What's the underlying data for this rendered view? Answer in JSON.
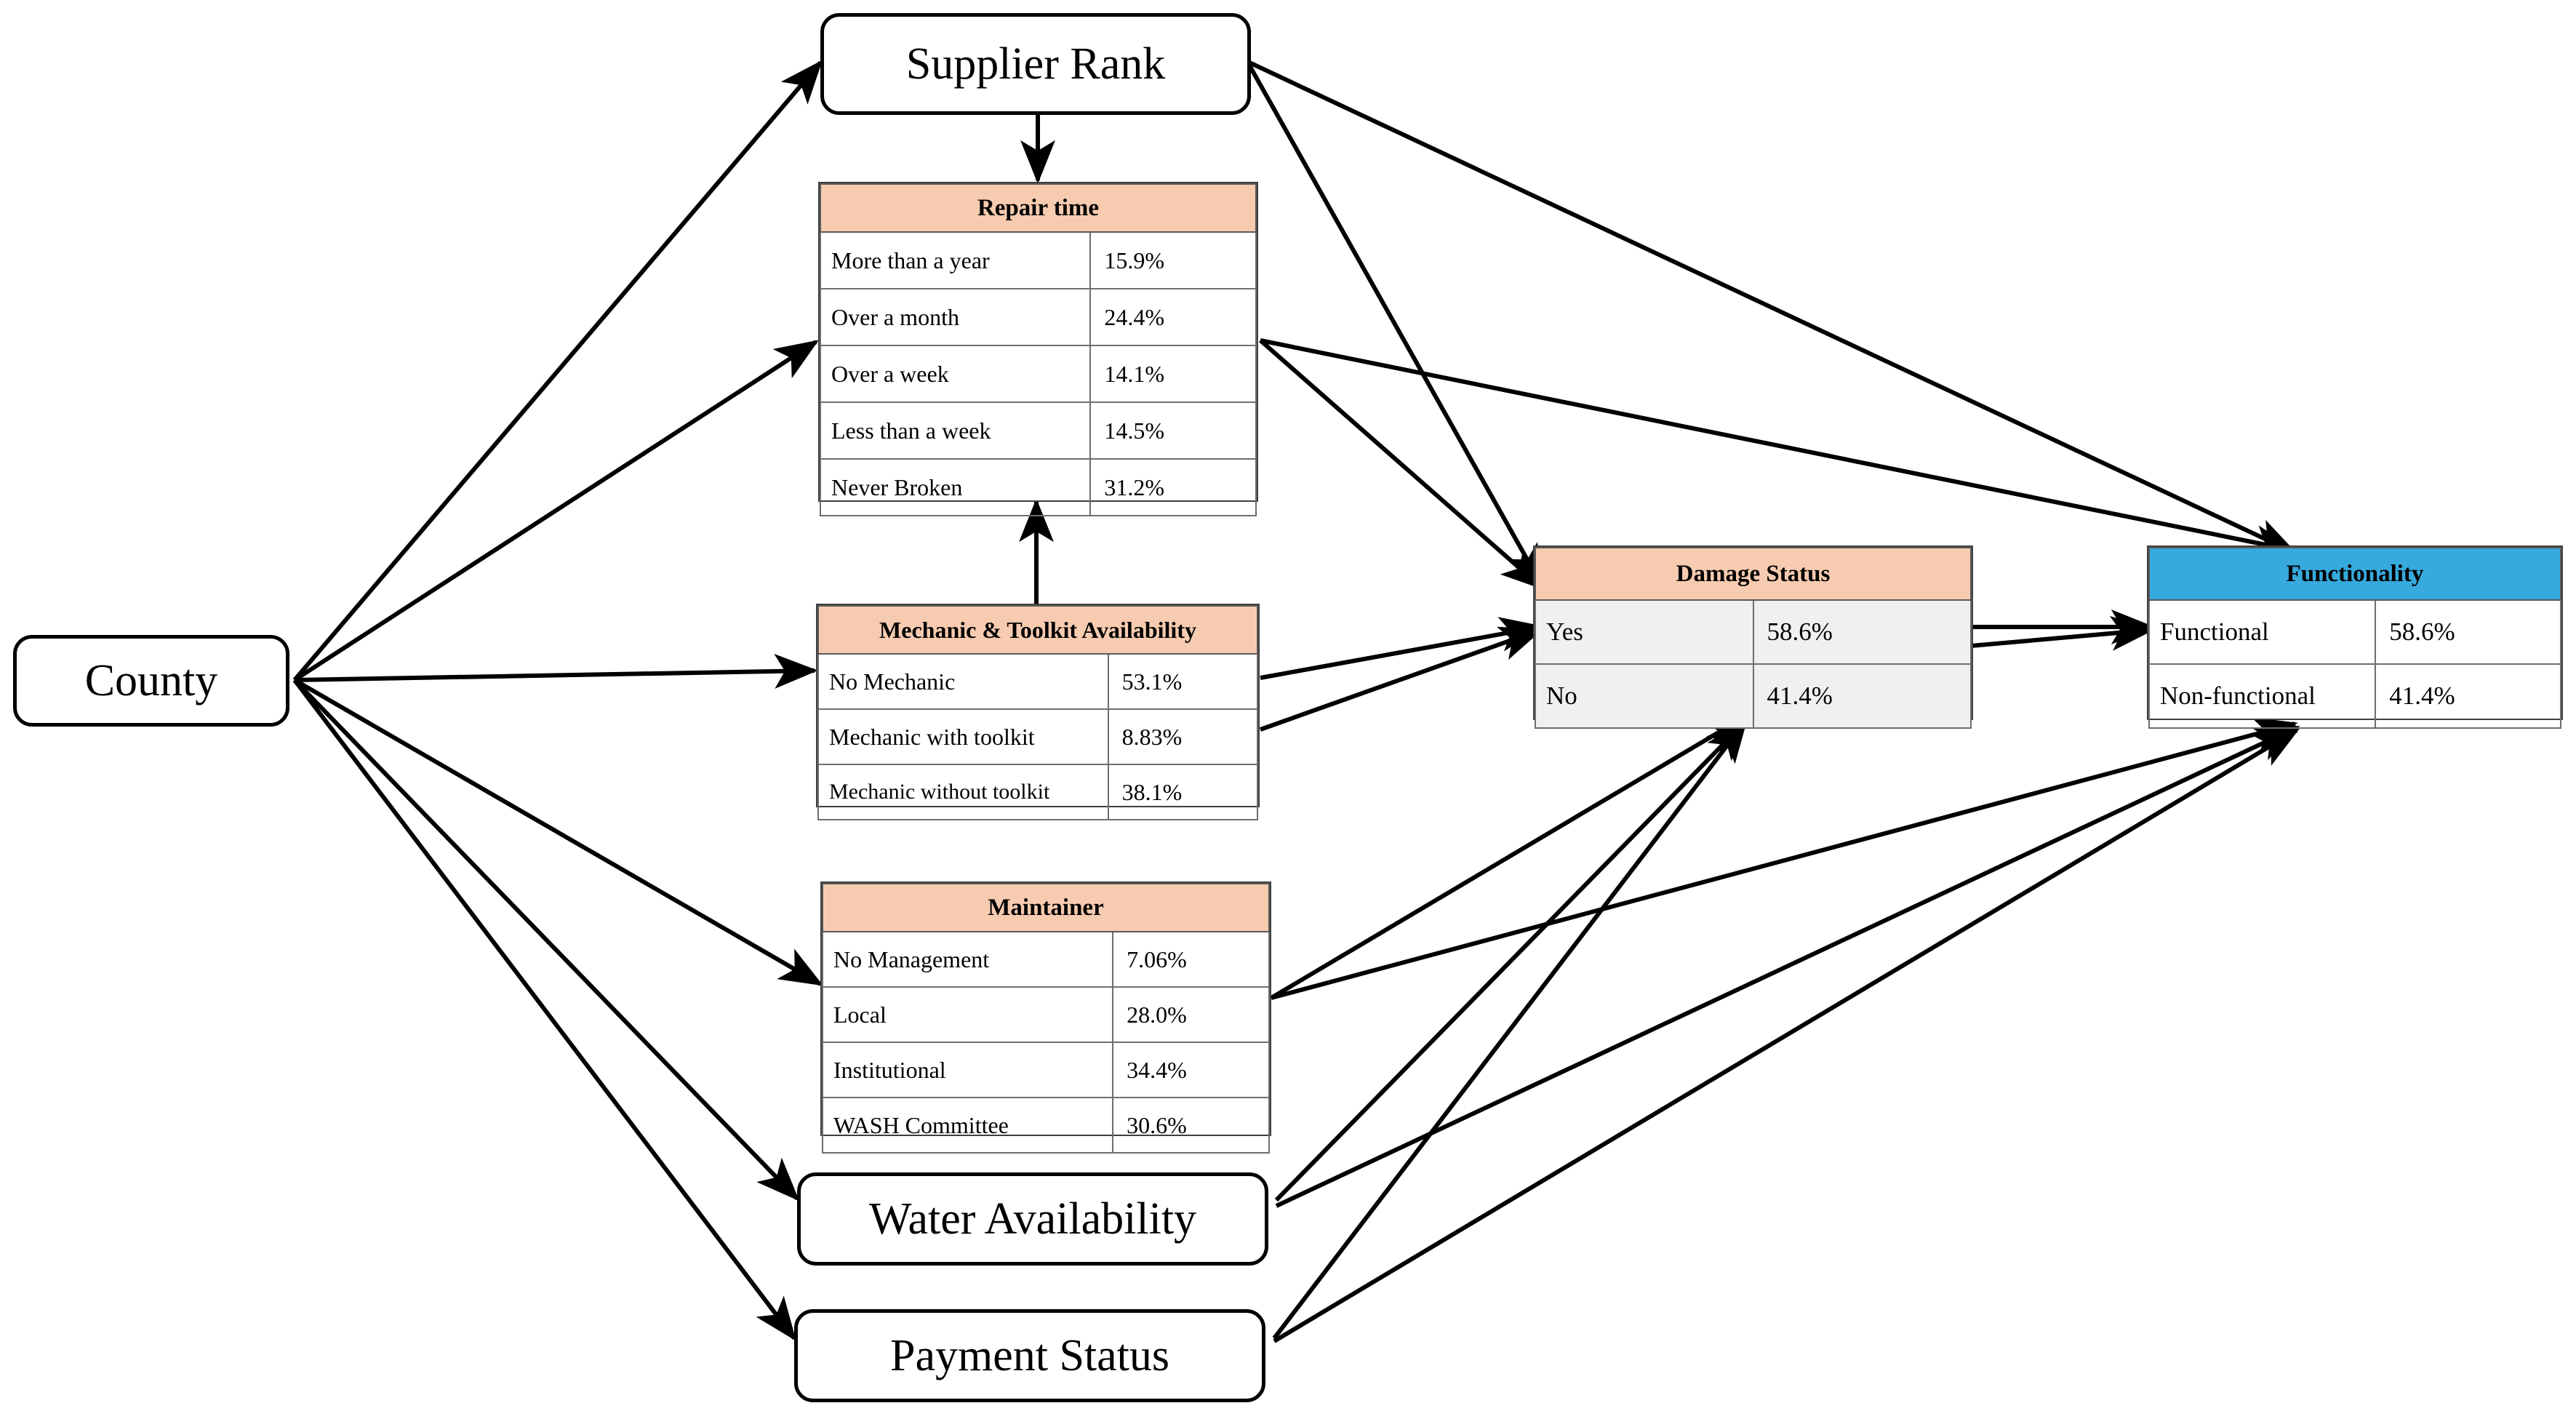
{
  "diagram": {
    "title": "Water point functionality influence diagram",
    "colors": {
      "header_peach": "#f7cbb0",
      "header_blue": "#36a9dd",
      "row_grey": "#f0f0f0",
      "edge": "#000000",
      "node_border": "#000000"
    }
  },
  "nodes": {
    "county": {
      "label": "County"
    },
    "supplier_rank": {
      "label": "Supplier Rank"
    },
    "water_availability": {
      "label": "Water Availability"
    },
    "payment_status": {
      "label": "Payment Status"
    }
  },
  "tables": {
    "repair_time": {
      "header": "Repair time",
      "rows": [
        {
          "label": "More than a year",
          "value": "15.9%"
        },
        {
          "label": "Over a month",
          "value": "24.4%"
        },
        {
          "label": "Over a week",
          "value": "14.1%"
        },
        {
          "label": "Less than a week",
          "value": "14.5%"
        },
        {
          "label": "Never Broken",
          "value": "31.2%"
        }
      ]
    },
    "mechanic_toolkit": {
      "header": "Mechanic & Toolkit Availability",
      "rows": [
        {
          "label": "No Mechanic",
          "value": "53.1%"
        },
        {
          "label": "Mechanic with toolkit",
          "value": "8.83%"
        },
        {
          "label": "Mechanic without toolkit",
          "value": "38.1%"
        }
      ]
    },
    "maintainer": {
      "header": "Maintainer",
      "rows": [
        {
          "label": "No Management",
          "value": "7.06%"
        },
        {
          "label": "Local",
          "value": "28.0%"
        },
        {
          "label": "Institutional",
          "value": "34.4%"
        },
        {
          "label": "WASH Committee",
          "value": "30.6%"
        }
      ]
    },
    "damage_status": {
      "header": "Damage Status",
      "rows": [
        {
          "label": "Yes",
          "value": "58.6%"
        },
        {
          "label": "No",
          "value": "41.4%"
        }
      ]
    },
    "functionality": {
      "header": "Functionality",
      "rows": [
        {
          "label": "Functional",
          "value": "58.6%"
        },
        {
          "label": "Non-functional",
          "value": "41.4%"
        }
      ]
    }
  },
  "edges": [
    {
      "from": "county",
      "to": "supplier_rank"
    },
    {
      "from": "county",
      "to": "repair_time"
    },
    {
      "from": "county",
      "to": "mechanic_toolkit"
    },
    {
      "from": "county",
      "to": "maintainer"
    },
    {
      "from": "county",
      "to": "water_availability"
    },
    {
      "from": "county",
      "to": "payment_status"
    },
    {
      "from": "supplier_rank",
      "to": "repair_time"
    },
    {
      "from": "supplier_rank",
      "to": "damage_status"
    },
    {
      "from": "supplier_rank",
      "to": "functionality"
    },
    {
      "from": "mechanic_toolkit",
      "to": "repair_time"
    },
    {
      "from": "mechanic_toolkit",
      "to": "damage_status"
    },
    {
      "from": "repair_time",
      "to": "damage_status"
    },
    {
      "from": "repair_time",
      "to": "functionality"
    },
    {
      "from": "maintainer",
      "to": "damage_status"
    },
    {
      "from": "maintainer",
      "to": "functionality"
    },
    {
      "from": "damage_status",
      "to": "functionality"
    },
    {
      "from": "water_availability",
      "to": "damage_status"
    },
    {
      "from": "water_availability",
      "to": "functionality"
    },
    {
      "from": "payment_status",
      "to": "damage_status"
    },
    {
      "from": "payment_status",
      "to": "functionality"
    }
  ]
}
